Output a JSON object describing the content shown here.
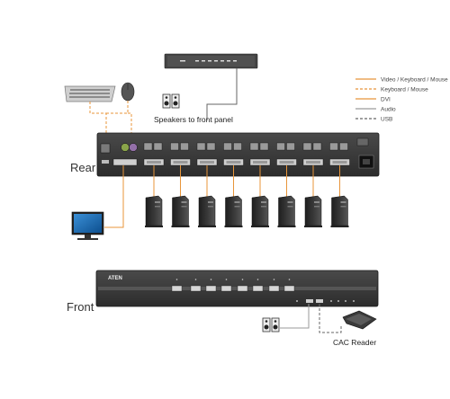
{
  "labels": {
    "rear": "Rear",
    "front": "Front",
    "speakers": "Speakers to front panel",
    "cac_reader": "CAC Reader",
    "brand": "ATEN"
  },
  "legend": [
    {
      "text": "Video / Keyboard / Mouse",
      "color": "#e8953a",
      "style": "solid"
    },
    {
      "text": "Keyboard / Mouse",
      "color": "#e8953a",
      "style": "dashed"
    },
    {
      "text": "DVI",
      "color": "#e8953a",
      "style": "solid"
    },
    {
      "text": "Audio",
      "color": "#9a9a9a",
      "style": "solid"
    },
    {
      "text": "USB",
      "color": "#666666",
      "style": "dashed"
    }
  ],
  "computers_count": 8,
  "colors": {
    "kvm_body": "#3a3a3a",
    "orange": "#e8953a",
    "audio": "#9a9a9a",
    "usb": "#666666"
  }
}
